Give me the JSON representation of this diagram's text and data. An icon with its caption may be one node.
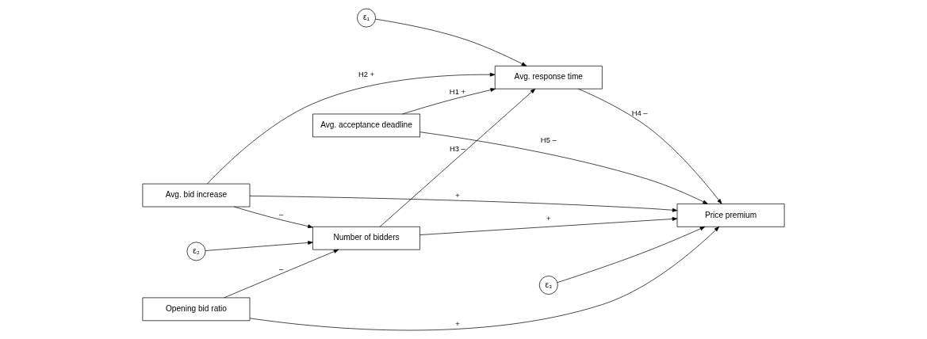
{
  "diagram": {
    "nodes": [
      {
        "text": [
          "Avg. response time"
        ]
      },
      {
        "text": [
          "ε₁"
        ]
      },
      {
        "text": [
          "Avg. acceptance deadline"
        ]
      },
      {
        "text": [
          "Opening bid ratio"
        ]
      },
      {
        "text": [
          "Avg. bid increase"
        ]
      },
      {
        "text": [
          "Price premium"
        ]
      },
      {
        "text": [
          "ε₃"
        ]
      },
      {
        "text": [
          "Number of bidders"
        ]
      },
      {
        "text": [
          "ε₂"
        ]
      }
    ],
    "edges": [
      {
        "from": 2,
        "to": 0,
        "arrow": "to",
        "label": "H1 +"
      },
      {
        "from": 4,
        "to": 0,
        "arrow": "to",
        "label": "H2 +"
      },
      {
        "from": 7,
        "to": 0,
        "arrow": "to",
        "label": "H3 –"
      },
      {
        "from": 1,
        "to": 0,
        "arrow": "to"
      },
      {
        "from": 0,
        "to": 5,
        "arrow": "to",
        "label": "H4 –"
      },
      {
        "from": 2,
        "to": 5,
        "arrow": "to",
        "label": "H5 –"
      },
      {
        "from": 3,
        "to": 5,
        "arrow": "to",
        "label": "+"
      },
      {
        "from": 4,
        "to": 5,
        "arrow": "to",
        "label": "+"
      },
      {
        "from": 7,
        "to": 5,
        "arrow": "to",
        "label": "+"
      },
      {
        "from": 6,
        "to": 5,
        "arrow": "to"
      },
      {
        "from": 3,
        "to": 7,
        "arrow": "to",
        "label": "–"
      },
      {
        "from": 4,
        "to": 7,
        "arrow": "to",
        "label": "–"
      },
      {
        "from": 8,
        "to": 7,
        "arrow": "to"
      }
    ]
  }
}
